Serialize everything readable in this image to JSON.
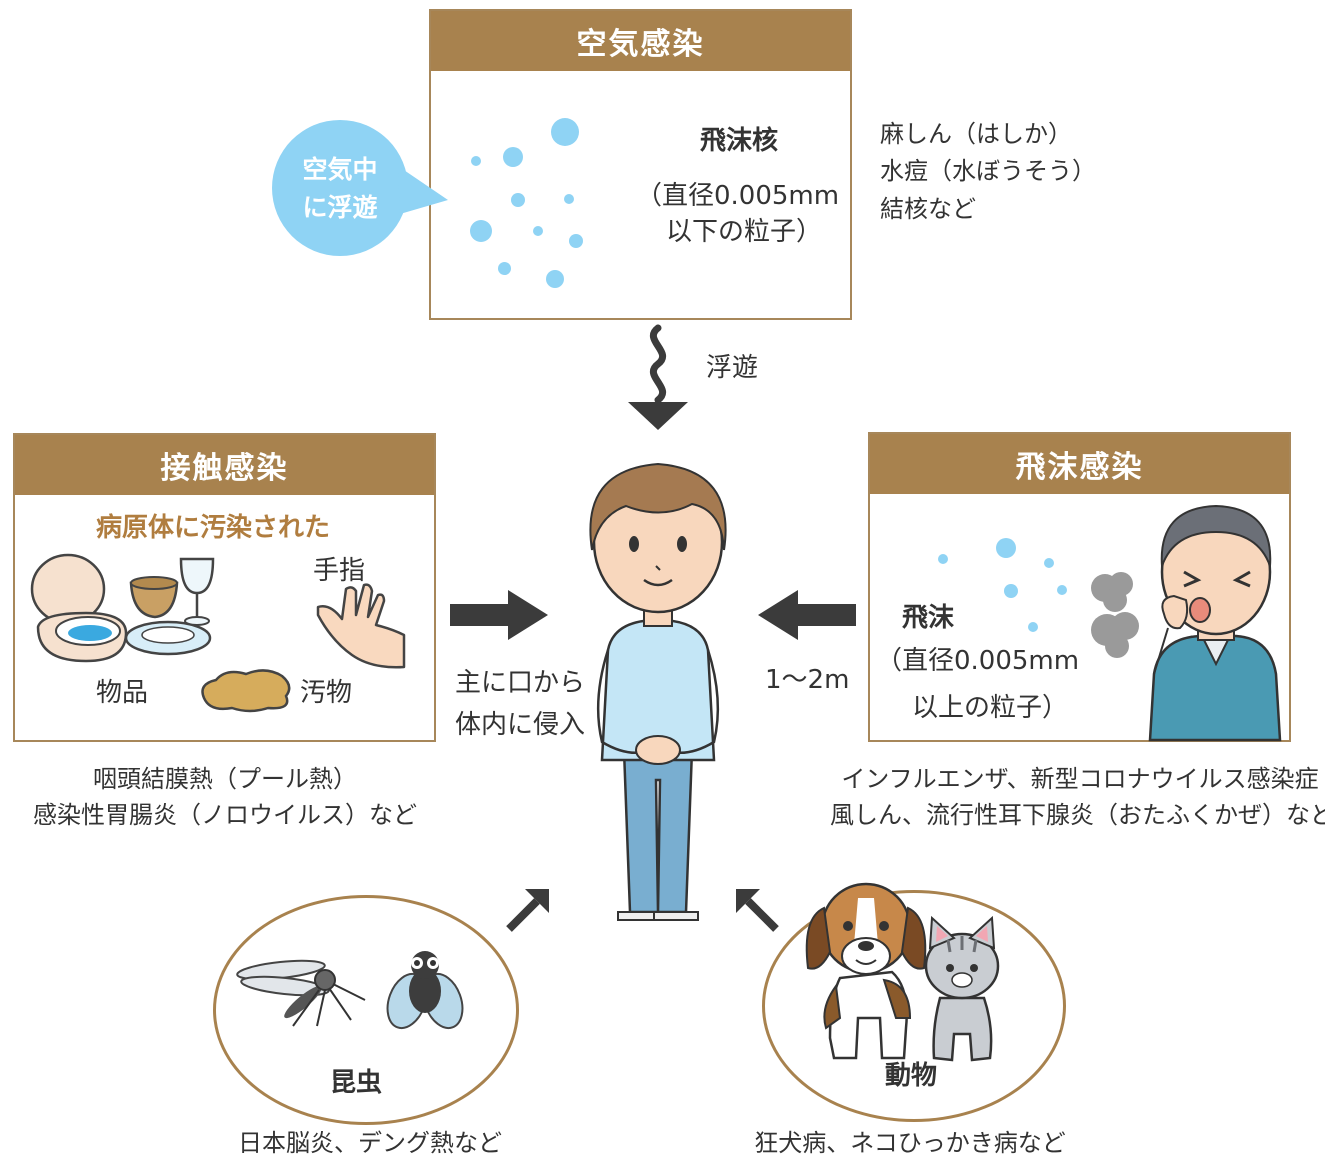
{
  "airborne": {
    "title": "空気感染",
    "bubble_line1": "空気中",
    "bubble_line2": "に浮遊",
    "particle_label": "飛沫核",
    "size_line1": "（直径0.005mm",
    "size_line2": "以下の粒子）",
    "diseases": [
      "麻しん（はしか）",
      "水痘（水ぼうそう）",
      "結核など"
    ],
    "arrow_label": "浮遊"
  },
  "contact": {
    "title": "接触感染",
    "subtitle": "病原体に汚染された",
    "label_hands": "手指",
    "label_items": "物品",
    "label_dirt": "汚物",
    "diseases": [
      "咽頭結膜熱（プール熱）",
      "感染性胃腸炎（ノロウイルス）など"
    ]
  },
  "droplet": {
    "title": "飛沫感染",
    "particle_label": "飛沫",
    "size_line1": "（直径0.005mm",
    "size_line2": "以上の粒子）",
    "distance": "1～2m",
    "diseases": [
      "インフルエンザ、新型コロナウイルス感染症",
      "風しん、流行性耳下腺炎（おたふくかぜ）など"
    ]
  },
  "center": {
    "entry_line1": "主に口から",
    "entry_line2": "体内に侵入"
  },
  "insects": {
    "label": "昆虫",
    "diseases": "日本脳炎、デング熱など"
  },
  "animals": {
    "label": "動物",
    "diseases": "狂犬病、ネコひっかき病など"
  },
  "colors": {
    "header": "#a8824e",
    "border": "#a7875a",
    "particle": "#8fd3f4",
    "arrow": "#3b3b3b",
    "subtitle": "#b07d3f"
  }
}
